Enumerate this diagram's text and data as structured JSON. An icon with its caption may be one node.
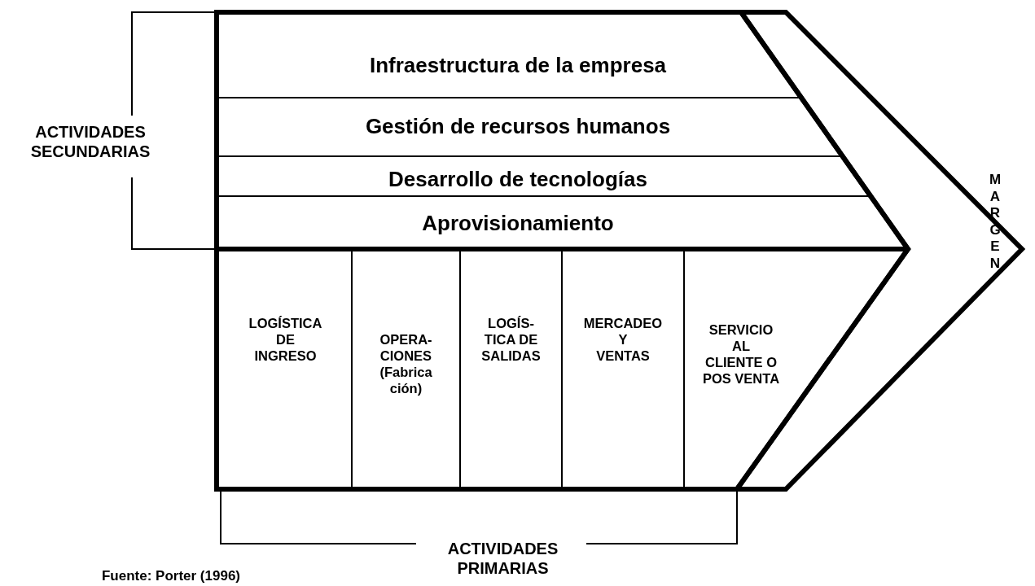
{
  "diagram": {
    "nodes": [
      {
        "text": [],
        "shape": "chevron"
      },
      {
        "text": [
          "Infraestructura de la empresa"
        ],
        "in": 0
      },
      {
        "text": [
          "Gestión de recursos humanos"
        ],
        "in": 0
      },
      {
        "text": [
          "Desarrollo de tecnologías"
        ],
        "in": 0
      },
      {
        "text": [
          "Aprovisionamiento"
        ],
        "in": 0
      },
      {
        "text": [
          "LOGÍSTICA DE INGRESO"
        ],
        "in": 0
      },
      {
        "text": [
          "OPERA- CIONES (Fabrica ción)"
        ],
        "in": 0
      },
      {
        "text": [
          "LOGÍS- TICA DE SALIDAS"
        ],
        "in": 0
      },
      {
        "text": [
          "MERCADEO Y VENTAS"
        ],
        "in": 0
      },
      {
        "text": [
          "SERVICIO AL CLIENTE O POS VENTA"
        ],
        "in": 0
      },
      {
        "text": [
          "M A R G E N"
        ]
      }
    ],
    "edges": [],
    "labels": [
      "ACTIVIDADES SECUNDARIAS",
      "ACTIVIDADES PRIMARIAS",
      "Fuente: Porter (1996)"
    ]
  }
}
